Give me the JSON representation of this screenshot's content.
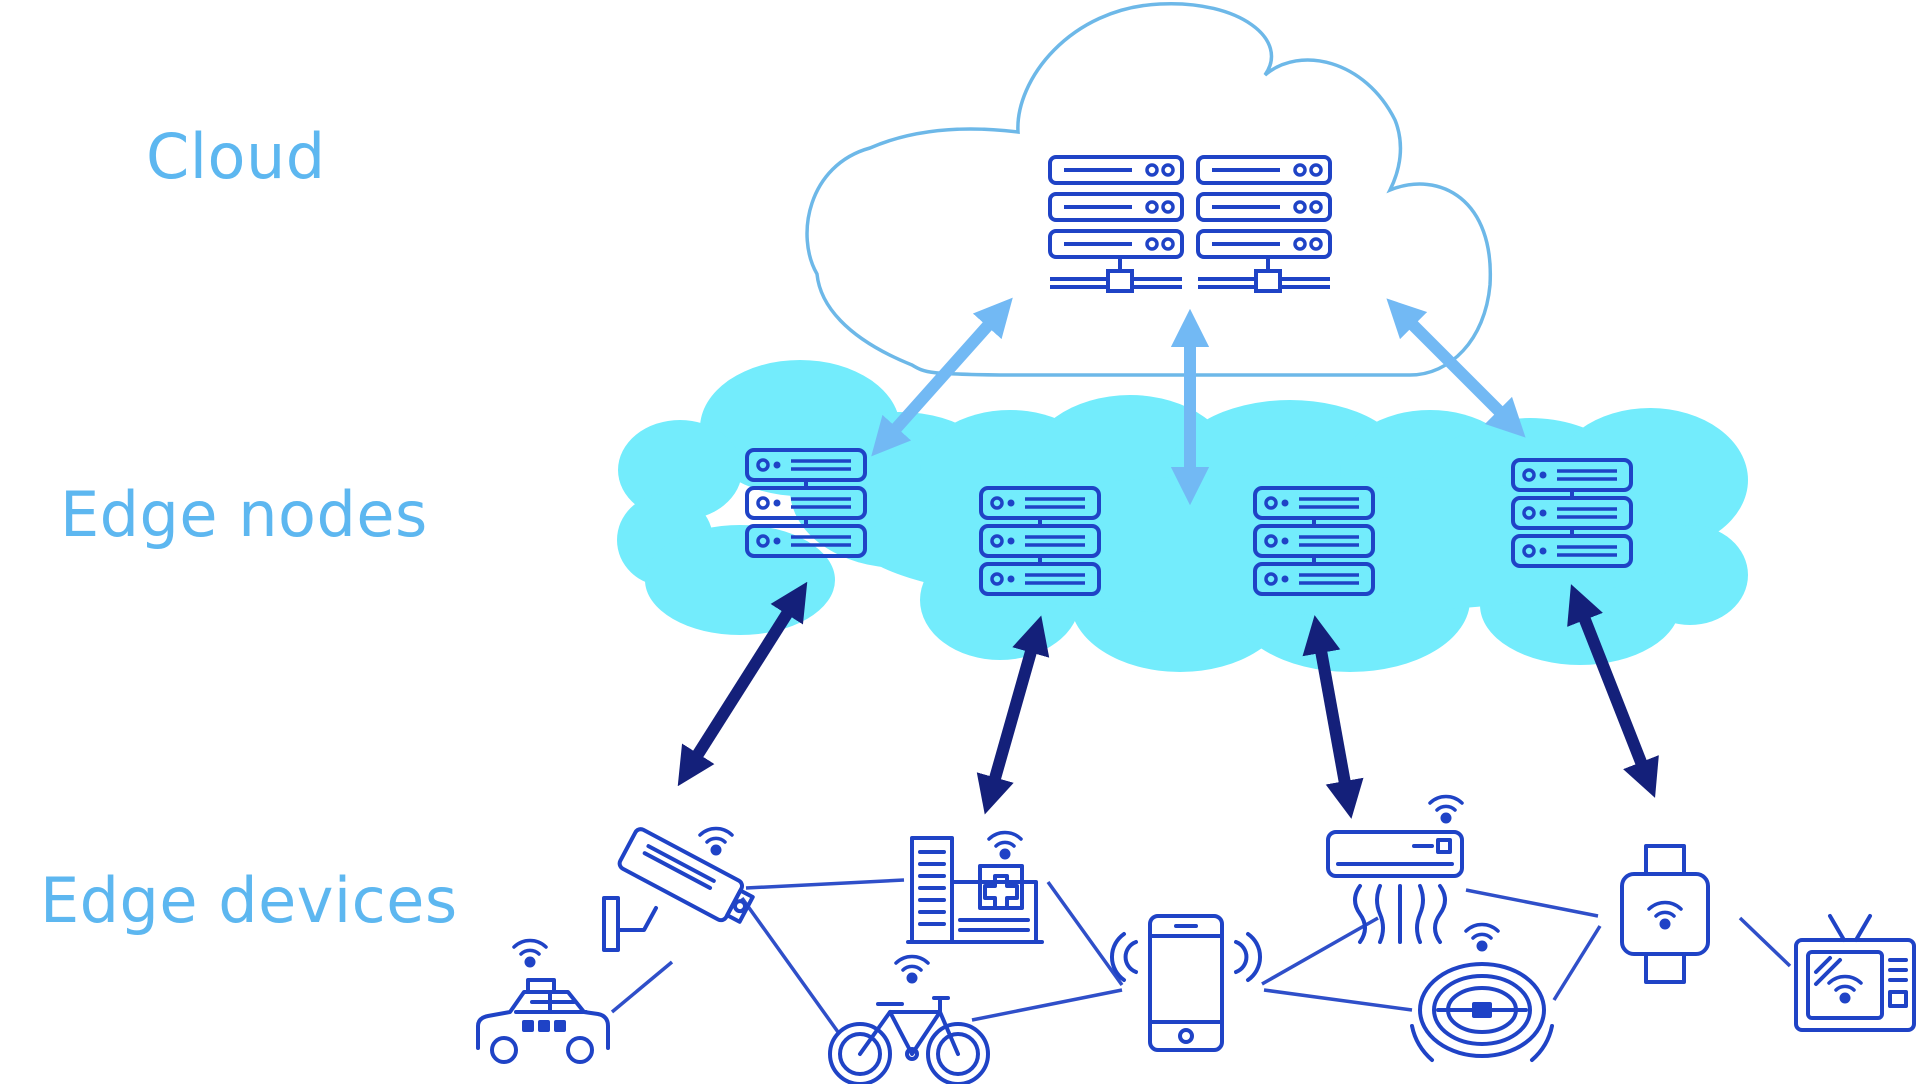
{
  "labels": {
    "cloud": "Cloud",
    "edge_nodes": "Edge nodes",
    "edge_devices": "Edge devices"
  },
  "colors": {
    "label_text": "#5db7f0",
    "cloud_outline": "#6db8e8",
    "edge_cloud_fill": "#73ecfc",
    "icon_blue": "#1f43c6",
    "arrow_light": "#72b9f4",
    "arrow_dark": "#14207a",
    "link_line": "#2f4fc9"
  },
  "icons": {
    "cloud_server": "server-rack-icon",
    "edge_node": "server-stack-icon",
    "devices": [
      "security-camera-icon",
      "hospital-building-icon",
      "taxi-icon",
      "bicycle-icon",
      "smartphone-icon",
      "air-conditioner-icon",
      "robot-vacuum-icon",
      "smartwatch-icon",
      "smart-tv-icon"
    ]
  }
}
